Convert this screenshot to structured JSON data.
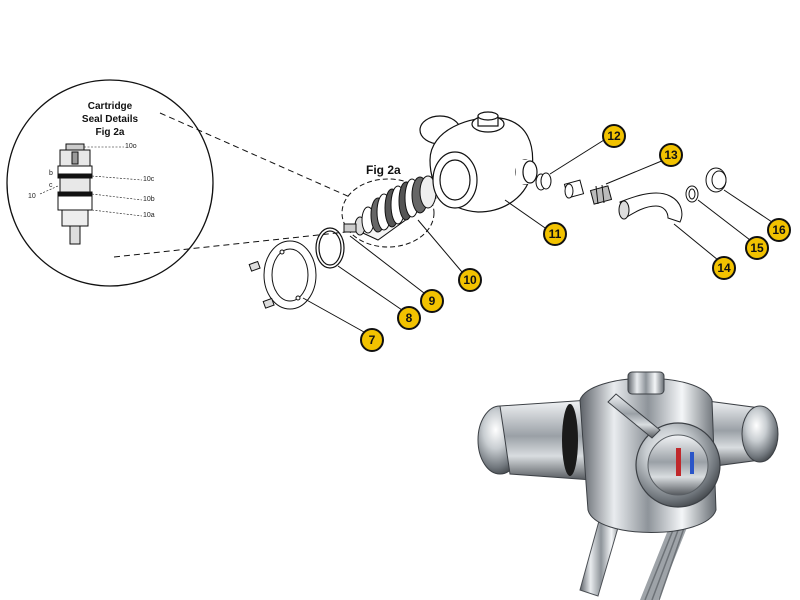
{
  "detail": {
    "title_line1": "Cartridge",
    "title_line2": "Seal Details",
    "title_line3": "Fig 2a",
    "labels": {
      "l10o": "10o",
      "l10c": "10c",
      "l10b": "10b",
      "l10a": "10a",
      "l10": "10",
      "lb": "b",
      "lc": "c"
    }
  },
  "fig_label": "Fig 2a",
  "parts": [
    "7",
    "8",
    "9",
    "10",
    "11",
    "12",
    "13",
    "14",
    "15",
    "16"
  ],
  "colors": {
    "callout_fill": "#f2c200",
    "line": "#111111",
    "chrome": "#b8bcc0"
  }
}
